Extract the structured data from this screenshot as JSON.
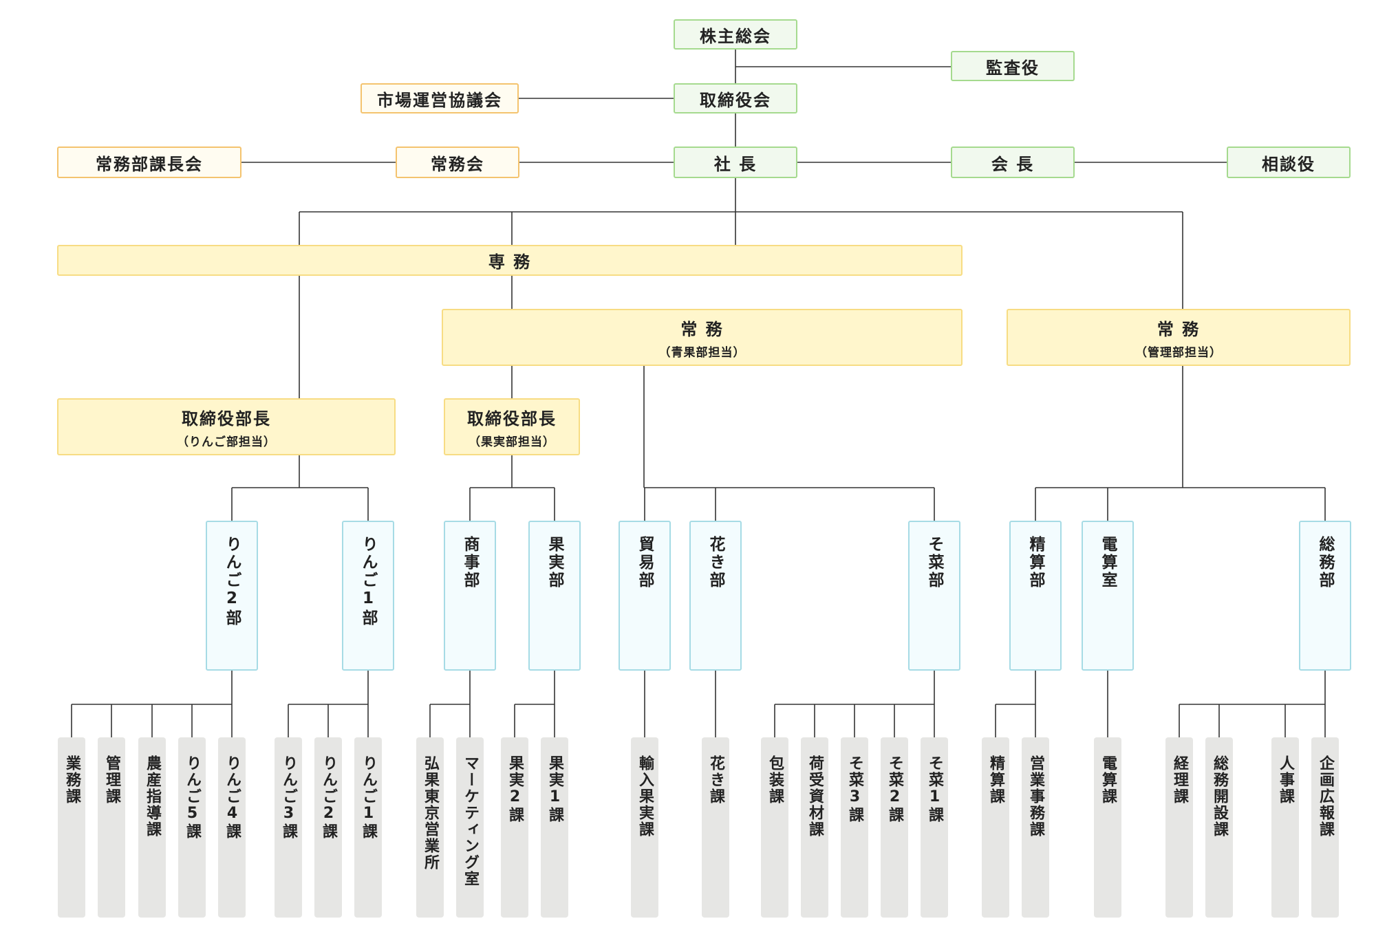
{
  "nodes": {
    "shareholders": "株主総会",
    "auditor": "監査役",
    "market_council": "市場運営協議会",
    "board": "取締役会",
    "managers_meeting": "常務部課長会",
    "executive_meeting": "常務会",
    "president": "社 長",
    "chairman": "会 長",
    "advisor": "相談役",
    "senmu": "専 務",
    "jomu_seika": {
      "title": "常 務",
      "sub": "（青果部担当）"
    },
    "jomu_kanri": {
      "title": "常 務",
      "sub": "（管理部担当）"
    },
    "director_apple": {
      "title": "取締役部長",
      "sub": "（りんご部担当）"
    },
    "director_fruit": {
      "title": "取締役部長",
      "sub": "（果実部担当）"
    }
  },
  "departments": {
    "apple2": "りんご2部",
    "apple1": "りんご1部",
    "shoji": "商事部",
    "kajitsu": "果実部",
    "boeki": "貿易部",
    "hanaki": "花き部",
    "sosai": "そ菜部",
    "seisan": "精算部",
    "densan": "電算室",
    "somu": "総務部"
  },
  "sections": {
    "gyomu": "業務課",
    "kanri": "管理課",
    "nosan": "農産指導課",
    "apple5": "りんご5課",
    "apple4": "りんご4課",
    "apple3": "りんご3課",
    "apple2s": "りんご2課",
    "apple1s": "りんご1課",
    "hirosaki_tokyo": "弘果東京営業所",
    "marketing": "マーケティング室",
    "fruit2": "果実2課",
    "fruit1": "果実1課",
    "import_fruit": "輸入果実課",
    "hanaki_s": "花き課",
    "hoso": "包装課",
    "niuke": "荷受資材課",
    "sosai3": "そ菜3課",
    "sosai2": "そ菜2課",
    "sosai1": "そ菜1課",
    "seisan_s": "精算課",
    "eigyo_jimu": "営業事務課",
    "densan_s": "電算課",
    "keiri": "経理課",
    "somu_kaisetsu": "総務開設課",
    "jinji": "人事課",
    "kikaku": "企画広報課"
  }
}
